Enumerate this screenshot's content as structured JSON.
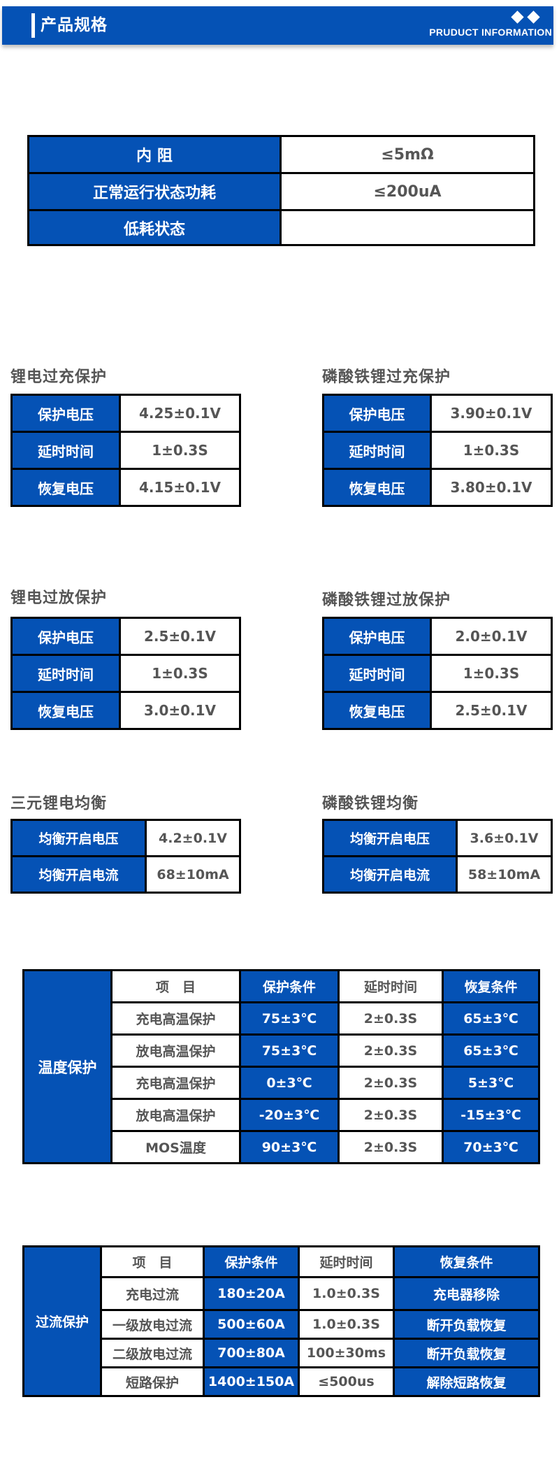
{
  "header": {
    "title": "产品规格",
    "subtitle": "PRUDUCT INFORMATION",
    "accent_color": "#0552b5"
  },
  "general": {
    "rows": [
      {
        "label": "内 阻",
        "value": "≤5mΩ"
      },
      {
        "label": "正常运行状态功耗",
        "value": "≤200uA"
      },
      {
        "label": "低耗状态",
        "value": ""
      }
    ]
  },
  "li_overcharge": {
    "title": "锂电过充保护",
    "rows": [
      {
        "label": "保护电压",
        "value": "4.25±0.1V"
      },
      {
        "label": "延时时间",
        "value": "1±0.3S"
      },
      {
        "label": "恢复电压",
        "value": "4.15±0.1V"
      }
    ]
  },
  "lfp_overcharge": {
    "title": "磷酸铁锂过充保护",
    "rows": [
      {
        "label": "保护电压",
        "value": "3.90±0.1V"
      },
      {
        "label": "延时时间",
        "value": "1±0.3S"
      },
      {
        "label": "恢复电压",
        "value": "3.80±0.1V"
      }
    ]
  },
  "li_overdischarge": {
    "title": "锂电过放保护",
    "rows": [
      {
        "label": "保护电压",
        "value": "2.5±0.1V"
      },
      {
        "label": "延时时间",
        "value": "1±0.3S"
      },
      {
        "label": "恢复电压",
        "value": "3.0±0.1V"
      }
    ]
  },
  "lfp_overdischarge": {
    "title": "磷酸铁锂过放保护",
    "rows": [
      {
        "label": "保护电压",
        "value": "2.0±0.1V"
      },
      {
        "label": "延时时间",
        "value": "1±0.3S"
      },
      {
        "label": "恢复电压",
        "value": "2.5±0.1V"
      }
    ]
  },
  "ternary_balance": {
    "title": "三元锂电均衡",
    "rows": [
      {
        "label": "均衡开启电压",
        "value": "4.2±0.1V"
      },
      {
        "label": "均衡开启电流",
        "value": "68±10mA"
      }
    ]
  },
  "lfp_balance": {
    "title": "磷酸铁锂均衡",
    "rows": [
      {
        "label": "均衡开启电压",
        "value": "3.6±0.1V"
      },
      {
        "label": "均衡开启电流",
        "value": "58±10mA"
      }
    ]
  },
  "temperature": {
    "side_label": "温度保护",
    "headers": [
      "项　目",
      "保护条件",
      "延时时间",
      "恢复条件"
    ],
    "rows": [
      {
        "item": "充电高温保护",
        "protect": "75±3℃",
        "delay": "2±0.3S",
        "recover": "65±3℃"
      },
      {
        "item": "放电高温保护",
        "protect": "75±3℃",
        "delay": "2±0.3S",
        "recover": "65±3℃"
      },
      {
        "item": "充电高温保护",
        "protect": "0±3℃",
        "delay": "2±0.3S",
        "recover": "5±3℃"
      },
      {
        "item": "放电高温保护",
        "protect": "-20±3℃",
        "delay": "2±0.3S",
        "recover": "-15±3℃"
      },
      {
        "item": "MOS温度",
        "protect": "90±3℃",
        "delay": "2±0.3S",
        "recover": "70±3℃"
      }
    ]
  },
  "overcurrent": {
    "side_label": "过流保护",
    "headers": [
      "项　目",
      "保护条件",
      "延时时间",
      "恢复条件"
    ],
    "rows": [
      {
        "item": "充电过流",
        "protect": "180±20A",
        "delay": "1.0±0.3S",
        "recover": "充电器移除"
      },
      {
        "item": "一级放电过流",
        "protect": "500±60A",
        "delay": "1.0±0.3S",
        "recover": "断开负载恢复"
      },
      {
        "item": "二级放电过流",
        "protect": "700±80A",
        "delay": "100±30ms",
        "recover": "断开负载恢复"
      },
      {
        "item": "短路保护",
        "protect": "1400±150A",
        "delay": "≤500us",
        "recover": "解除短路恢复"
      }
    ]
  }
}
